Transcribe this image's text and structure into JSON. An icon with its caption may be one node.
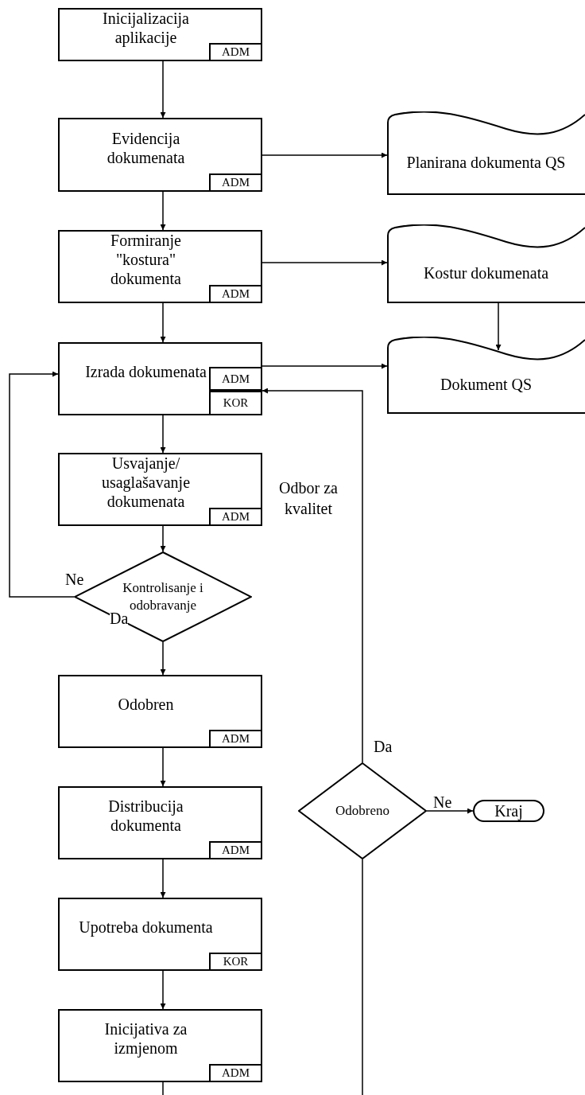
{
  "diagram": {
    "nodes": [
      {
        "text": [
          "Inicijalizacija aplikacije"
        ]
      },
      {
        "text": [
          "ADM"
        ],
        "in": 0
      },
      {
        "text": [
          "Evidencija dokumenata"
        ]
      },
      {
        "text": [
          "ADM"
        ],
        "in": 2
      },
      {
        "text": [
          "Planirana dokumenta QS"
        ]
      },
      {
        "text": [
          "Formiranje \"kostura\" dokumenta"
        ]
      },
      {
        "text": [
          "ADM"
        ],
        "in": 5
      },
      {
        "text": [
          "Kostur dokumenata"
        ]
      },
      {
        "text": [
          "Izrada dokumenata"
        ]
      },
      {
        "text": [
          "ADM"
        ],
        "in": 8
      },
      {
        "text": [
          "KOR"
        ],
        "in": 8
      },
      {
        "text": [
          "Dokument QS"
        ]
      },
      {
        "text": [
          "Usvajanje/ usaglašavanje dokumenata"
        ]
      },
      {
        "text": [
          "ADM"
        ],
        "in": 12
      },
      {
        "text": [
          "Kontrolisanje i odobravanje"
        ]
      },
      {
        "text": [
          "Odobren"
        ]
      },
      {
        "text": [
          "ADM"
        ],
        "in": 15
      },
      {
        "text": [
          "Distribucija dokumenta"
        ]
      },
      {
        "text": [
          "ADM"
        ],
        "in": 17
      },
      {
        "text": [
          "Upotreba dokumenta"
        ]
      },
      {
        "text": [
          "KOR"
        ],
        "in": 19
      },
      {
        "text": [
          "Inicijativa za izmjenom"
        ]
      },
      {
        "text": [
          "ADM"
        ],
        "in": 21
      },
      {
        "text": [
          "Odobreno"
        ]
      },
      {
        "text": [
          "Kraj"
        ]
      }
    ],
    "edges": [
      {
        "from": 0,
        "to": 2,
        "arrow": "to"
      },
      {
        "from": 2,
        "to": 4,
        "arrow": "to"
      },
      {
        "from": 2,
        "to": 5,
        "arrow": "to"
      },
      {
        "from": 5,
        "to": 7,
        "arrow": "to"
      },
      {
        "from": 5,
        "to": 8,
        "arrow": "to"
      },
      {
        "from": 7,
        "to": 11,
        "arrow": "to"
      },
      {
        "from": 8,
        "to": 11,
        "arrow": "to"
      },
      {
        "from": 8,
        "to": 12,
        "arrow": "to"
      },
      {
        "from": 12,
        "to": 14,
        "arrow": "to"
      },
      {
        "from": 14,
        "to": 8,
        "arrow": "to",
        "label": "Ne"
      },
      {
        "from": 14,
        "to": 15,
        "arrow": "to",
        "label": "Da"
      },
      {
        "from": 15,
        "to": 17,
        "arrow": "to"
      },
      {
        "from": 17,
        "to": 19,
        "arrow": "to"
      },
      {
        "from": 19,
        "to": 21,
        "arrow": "to"
      },
      {
        "from": 21,
        "to": null,
        "arrow": "none"
      },
      {
        "from": null,
        "to": 23,
        "arrow": "none"
      },
      {
        "from": 23,
        "to": 8,
        "arrow": "to",
        "label": "Da"
      },
      {
        "from": 23,
        "to": 24,
        "arrow": "to",
        "label": "Ne"
      }
    ],
    "labels": [
      "Odbor za kvalitet"
    ]
  }
}
